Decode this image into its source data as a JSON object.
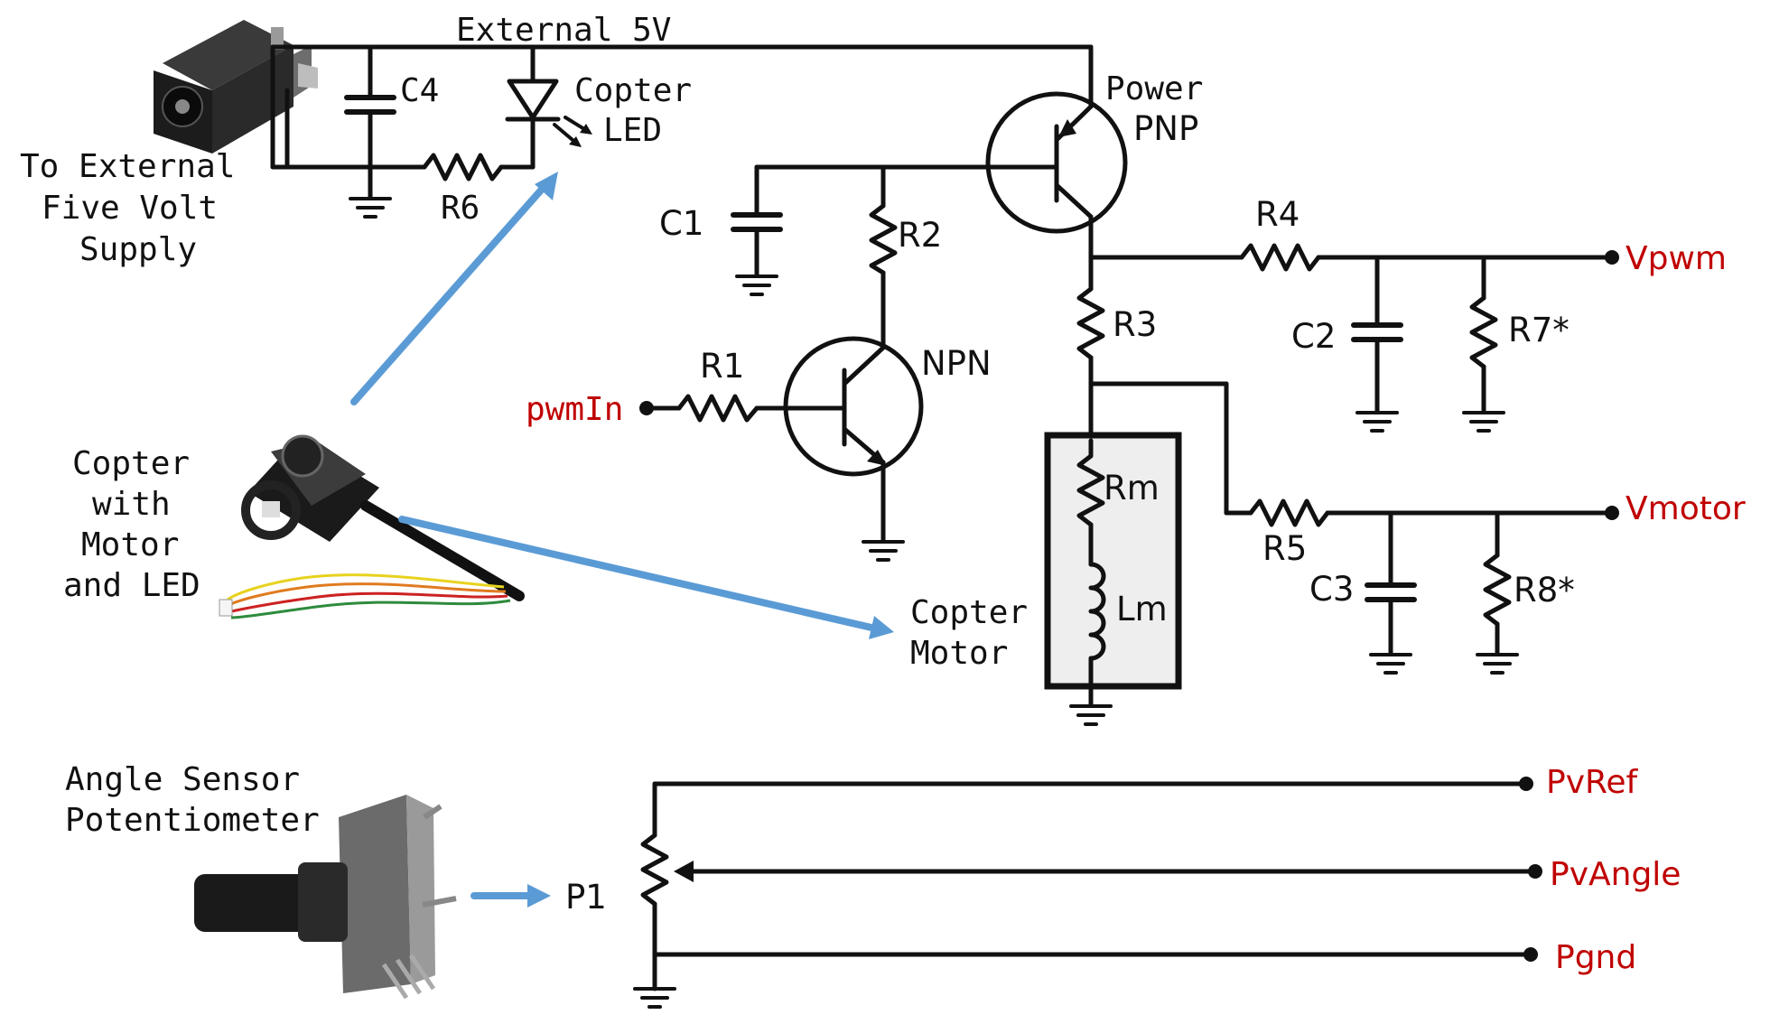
{
  "components": {
    "C4": "C4",
    "C1": "C1",
    "C2": "C2",
    "C3": "C3",
    "R1": "R1",
    "R2": "R2",
    "R3": "R3",
    "R4": "R4",
    "R5": "R5",
    "R6": "R6",
    "R7": "R7*",
    "R8": "R8*",
    "Rm": "Rm",
    "Lm": "Lm",
    "P1": "P1"
  },
  "labels": {
    "external5v": "External 5V",
    "copter_led_1": "Copter",
    "copter_led_2": "LED",
    "power_pnp_1": "Power",
    "power_pnp_2": "PNP",
    "npn": "NPN",
    "supply_1": "To External",
    "supply_2": "Five Volt",
    "supply_3": "Supply",
    "copter_with_1": "Copter",
    "copter_with_2": "with",
    "copter_with_3": "Motor",
    "copter_with_4": "and LED",
    "copter_motor_1": "Copter",
    "copter_motor_2": "Motor",
    "angle_1": "Angle Sensor",
    "angle_2": "Potentiometer"
  },
  "signals": {
    "pwmIn": "pwmIn",
    "Vpwm": "Vpwm",
    "Vmotor": "Vmotor",
    "PvRef": "PvRef",
    "PvAngle": "PvAngle",
    "Pgnd": "Pgnd"
  },
  "colors": {
    "signal_label": "#c00000",
    "arrow": "#5b9bd5",
    "motor_box_fill": "#eeeeee"
  }
}
